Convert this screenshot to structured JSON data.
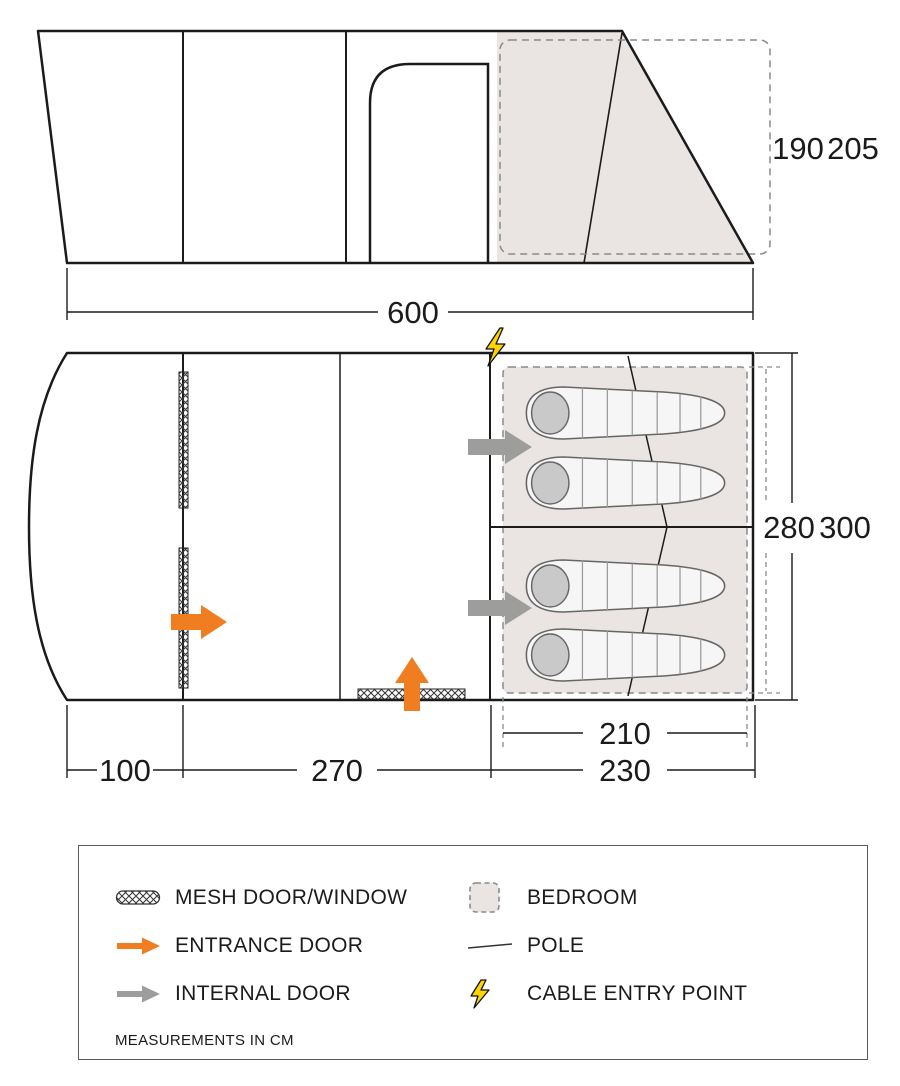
{
  "colors": {
    "entrance_orange": "#F07D1F",
    "internal_gray": "#9D9D9C",
    "bedroom_fill": "#EAE5E2",
    "cable_yellow": "#FFD500"
  },
  "dimensions": {
    "total_length": "600",
    "inner_height": "190",
    "outer_height": "205",
    "inner_width": "280",
    "outer_width": "300",
    "bedroom_inner_length": "210",
    "bedroom_outer_length": "230",
    "front_section_length": "100",
    "mid_section_length": "270"
  },
  "legend": {
    "items": [
      {
        "icon": "mesh-swatch",
        "label": "MESH DOOR/WINDOW"
      },
      {
        "icon": "bedroom-swatch",
        "label": "BEDROOM"
      },
      {
        "icon": "entrance-arrow",
        "label": "ENTRANCE DOOR"
      },
      {
        "icon": "pole-line",
        "label": "POLE"
      },
      {
        "icon": "internal-arrow",
        "label": "INTERNAL DOOR"
      },
      {
        "icon": "cable-bolt",
        "label": "CABLE ENTRY POINT"
      }
    ],
    "note": "MEASUREMENTS IN CM"
  }
}
